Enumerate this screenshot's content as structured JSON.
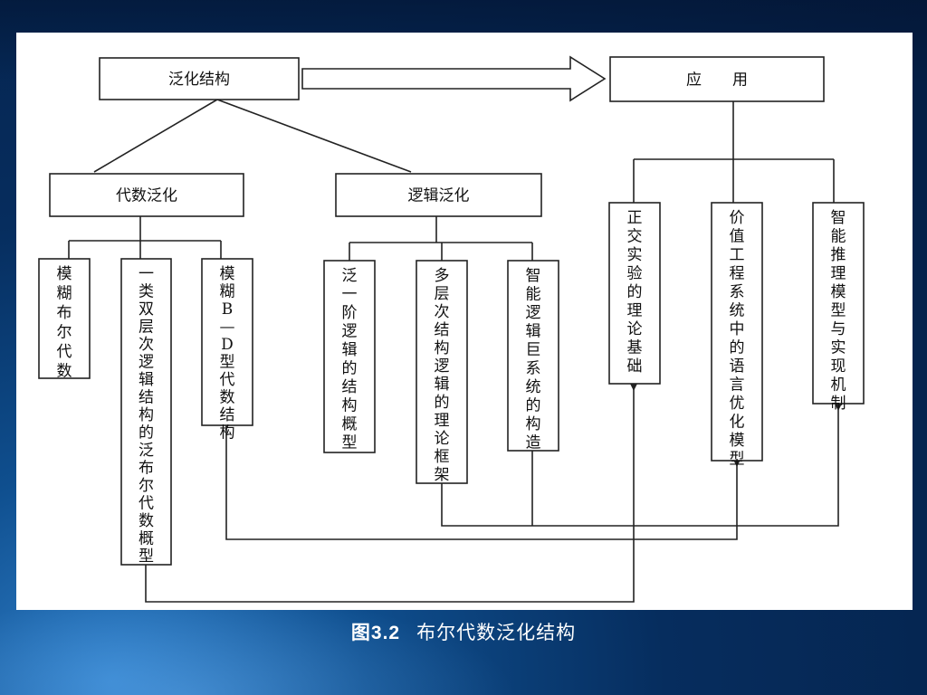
{
  "diagram": {
    "top_left": "泛化结构",
    "top_right": "应　　用",
    "algebra": "代数泛化",
    "logic": "逻辑泛化",
    "algebra_children": [
      "模糊布尔代数",
      "一类双层次逻辑结构的泛布尔代数概型",
      "模糊B—D型代数结构"
    ],
    "logic_children": [
      "泛一阶逻辑的结构概型",
      "多层次结构逻辑的理论框架",
      "智能逻辑巨系统的构造"
    ],
    "apps": [
      "正交实验的理论基础",
      "价值工程系统中的语言优化模型",
      "智能推理模型与实现机制"
    ]
  },
  "caption": {
    "number": "图3.2",
    "title": "布尔代数泛化结构"
  }
}
